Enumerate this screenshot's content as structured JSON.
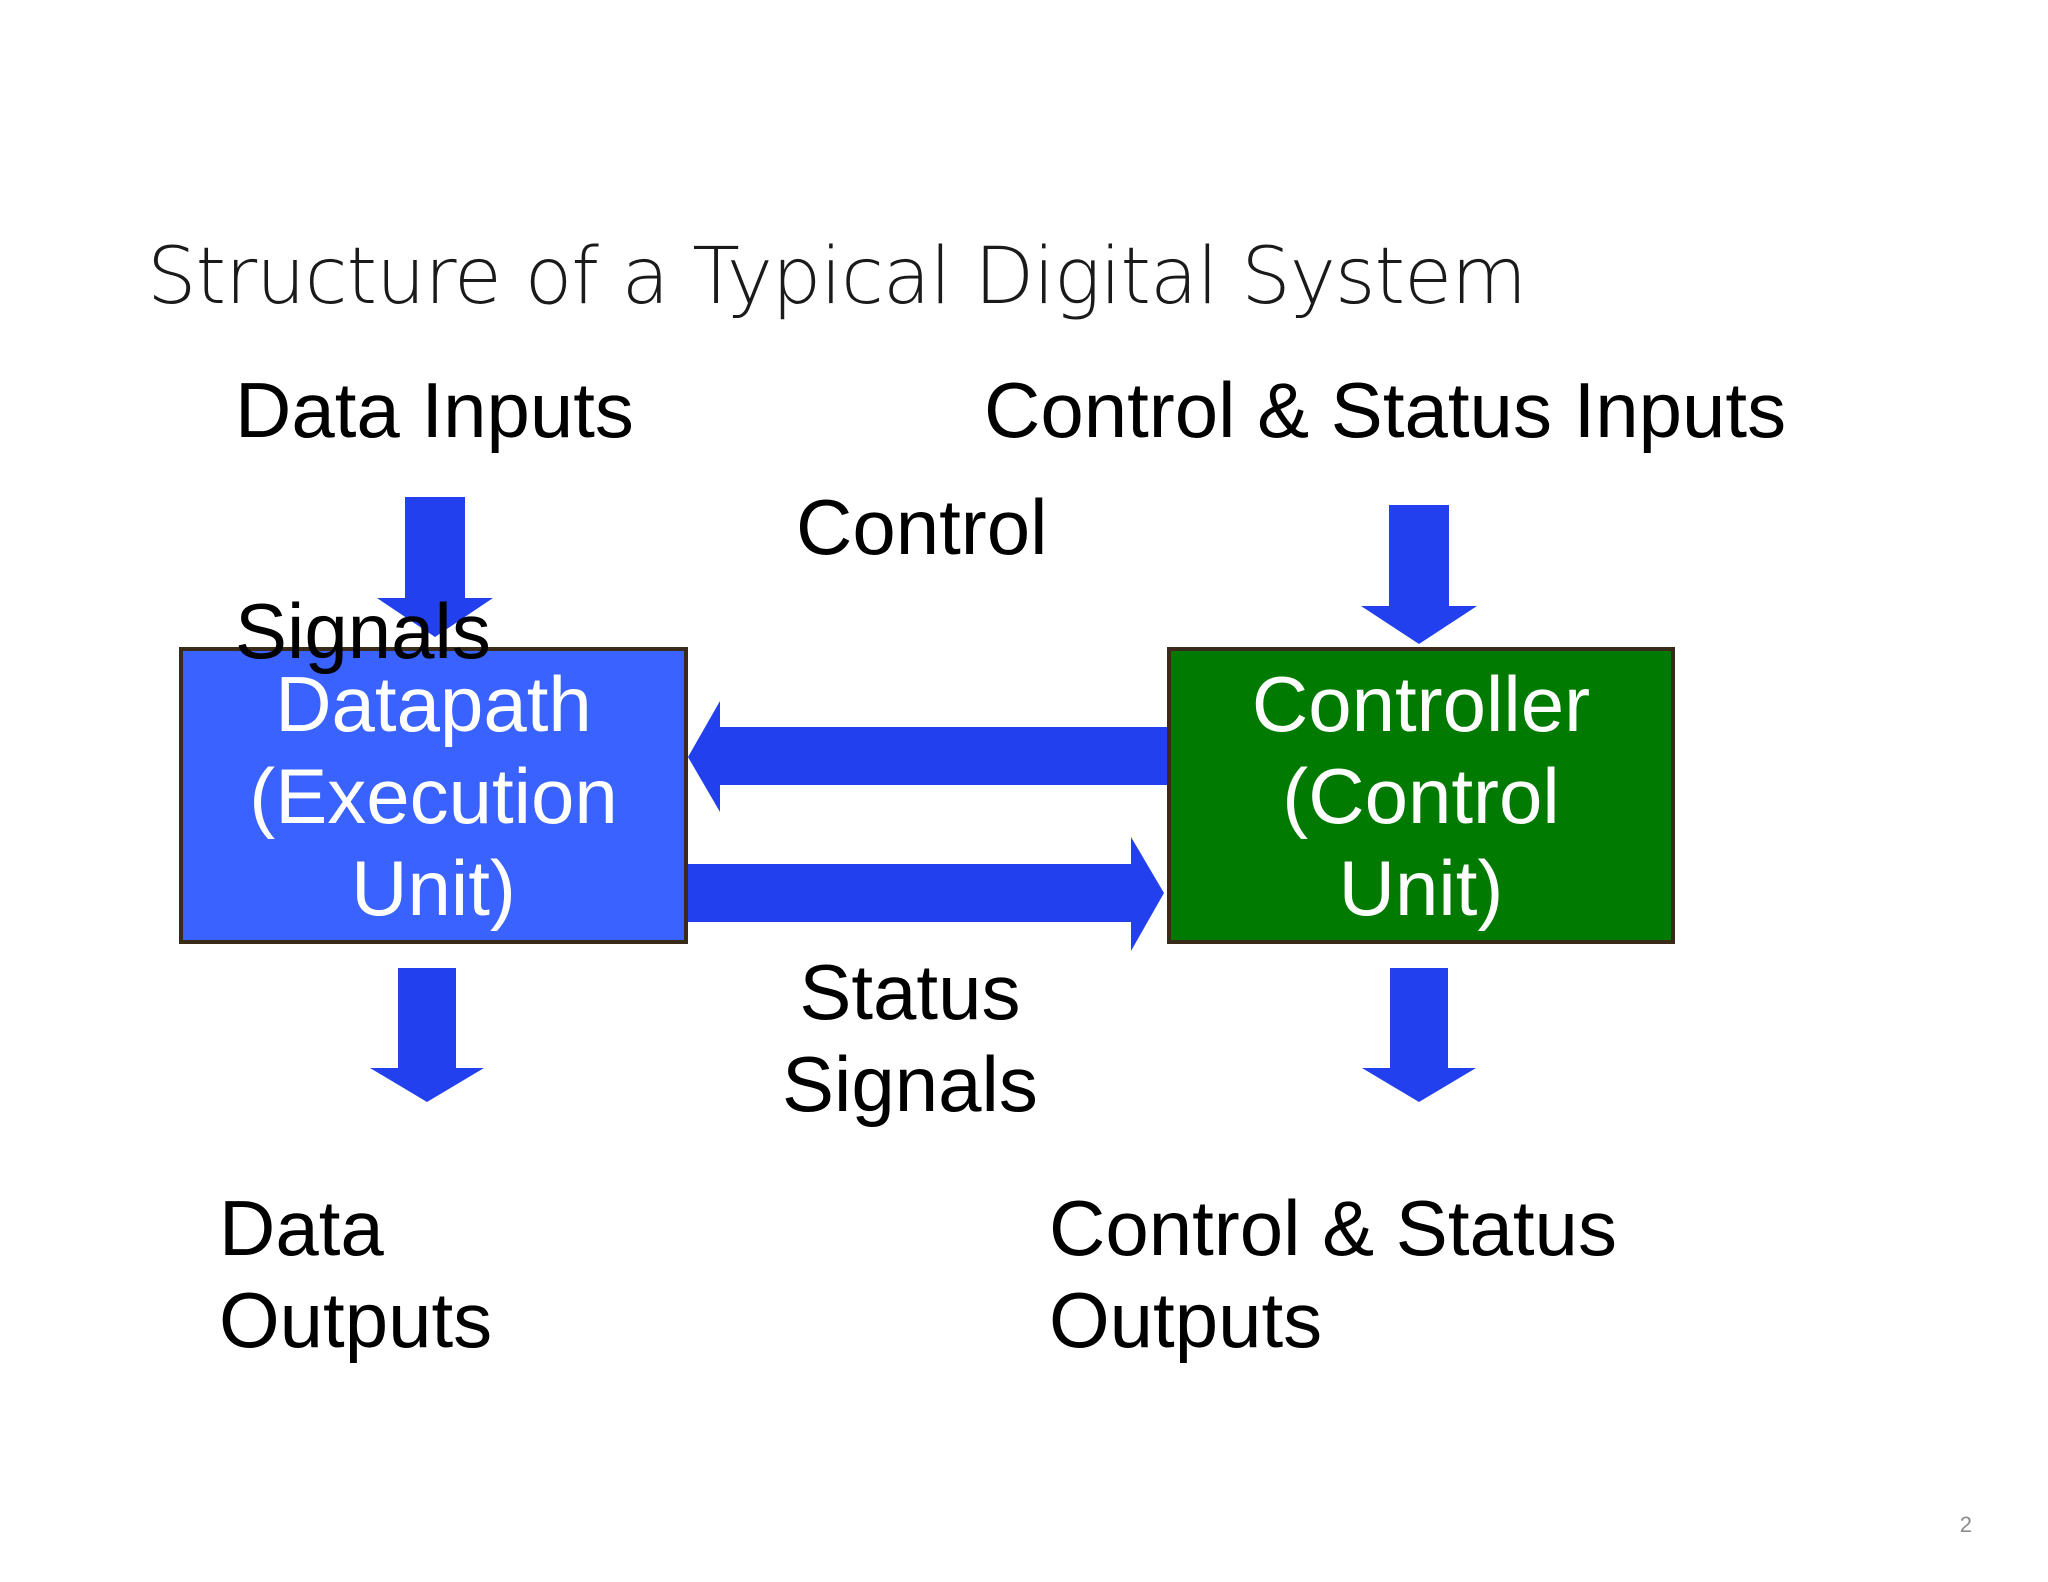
{
  "slide": {
    "title": "Structure of a Typical Digital System",
    "page_number": "2"
  },
  "labels": {
    "data_inputs": "Data Inputs",
    "control_status_inputs": "Control & Status Inputs",
    "control_signals": [
      "Control",
      "Signals"
    ],
    "status_signals": [
      "Status",
      "Signals"
    ],
    "data_outputs": [
      "Data",
      "Outputs"
    ],
    "control_status_outputs": [
      "Control & Status",
      "Outputs"
    ]
  },
  "blocks": {
    "datapath": {
      "lines": [
        "Datapath",
        "(Execution",
        "Unit)"
      ],
      "color": "#3a62ff"
    },
    "controller": {
      "lines": [
        "Controller",
        "(Control",
        "Unit)"
      ],
      "color": "#007a00"
    }
  },
  "colors": {
    "arrow": "#2340ee",
    "block_border": "#3a2a1a"
  }
}
